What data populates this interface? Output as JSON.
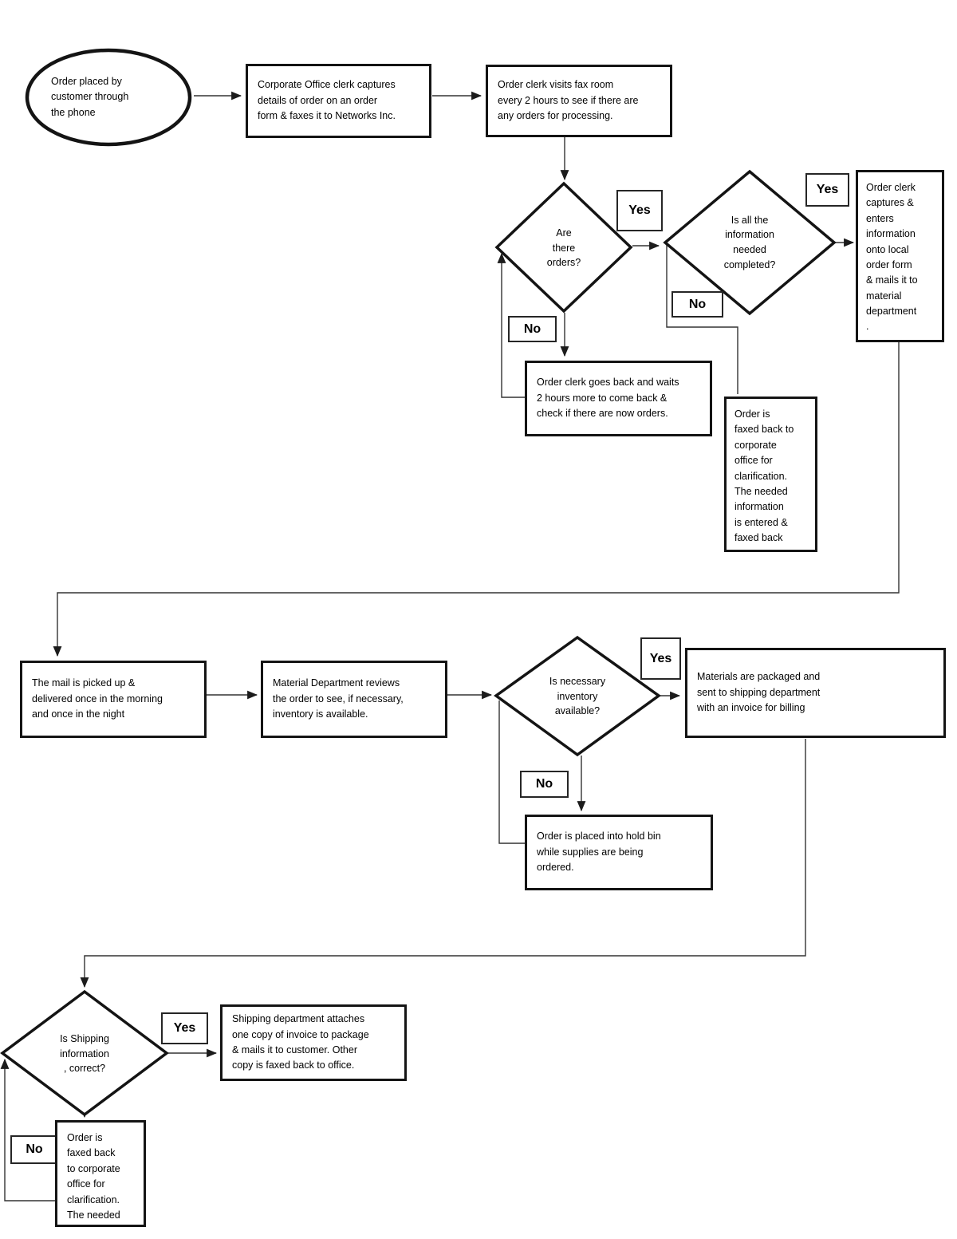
{
  "flowchart": {
    "start": "Order placed by\ncustomer through\nthe phone",
    "corporate_capture": "Corporate Office clerk captures\ndetails of order on an order\nform & faxes it to Networks Inc.",
    "fax_room_check": "Order clerk visits fax room\nevery 2 hours to see if there are\nany orders for processing.",
    "are_there_orders": "Are\nthere\norders?",
    "info_completed": "Is all the\ninformation\nneeded\ncompleted?",
    "enter_local_form": "Order clerk\ncaptures &\nenters\ninformation\nonto local\norder form\n& mails it to\nmaterial\ndepartment\n.",
    "wait_2_hours": "Order clerk goes back and waits\n2 hours more to come back &\ncheck if there are now orders.",
    "fax_back_clarification": "Order is\nfaxed back to\ncorporate\noffice for\nclarification.\nThe needed\ninformation\nis entered &\nfaxed back",
    "mail_pickup": "The mail is picked up &\ndelivered once in the morning\nand once in the night",
    "material_review": "Material Department reviews\nthe order to see, if necessary,\ninventory is available.",
    "inventory_available": "Is necessary\ninventory\navailable?",
    "materials_packaged": "Materials are packaged and\nsent to shipping department\nwith an invoice for billing",
    "hold_bin": "Order is placed into hold bin\nwhile supplies are being\nordered.",
    "shipping_correct": "Is Shipping\ninformation\n, correct?",
    "shipping_attach": "Shipping department attaches\none copy of invoice to package\n& mails it to customer. Other\ncopy is faxed back to office.",
    "fax_back_bottom": "Order is\nfaxed back\nto corporate\noffice for\nclarification.\nThe needed",
    "label_yes": "Yes",
    "label_no": "No",
    "line_color": "#333333",
    "shape_color": "#141414"
  }
}
